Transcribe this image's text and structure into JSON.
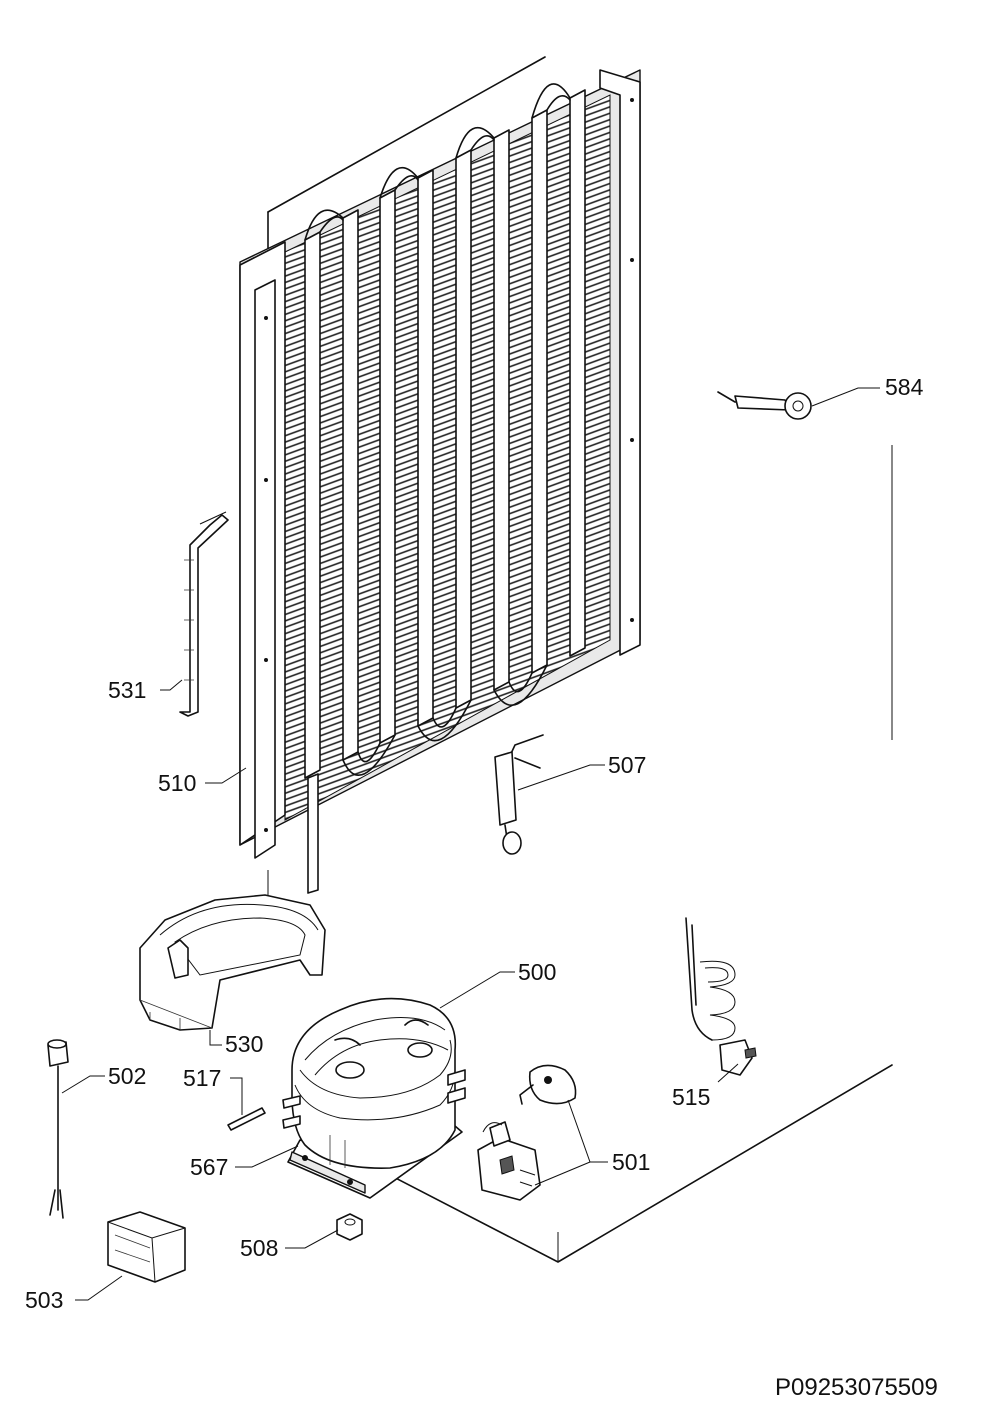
{
  "parts": {
    "p500": "500",
    "p501": "501",
    "p502": "502",
    "p503": "503",
    "p507": "507",
    "p508": "508",
    "p510": "510",
    "p515": "515",
    "p517": "517",
    "p530": "530",
    "p531": "531",
    "p567": "567",
    "p584": "584"
  },
  "drawing_code": "P09253075509"
}
